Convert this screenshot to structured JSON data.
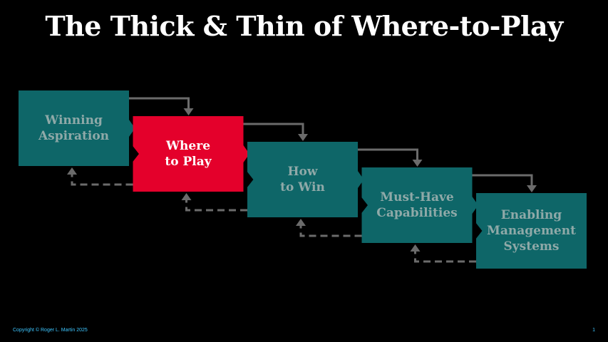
{
  "title": "The Thick & Thin of Where-to-Play",
  "steps": [
    {
      "line1": "Winning",
      "line2": "Aspiration",
      "line3": "",
      "highlighted": false
    },
    {
      "line1": "Where",
      "line2": "to Play",
      "line3": "",
      "highlighted": true
    },
    {
      "line1": "How",
      "line2": "to Win",
      "line3": "",
      "highlighted": false
    },
    {
      "line1": "Must-Have",
      "line2": "Capabilities",
      "line3": "",
      "highlighted": false
    },
    {
      "line1": "Enabling",
      "line2": "Management",
      "line3": "Systems",
      "highlighted": false
    }
  ],
  "colors": {
    "background": "#000000",
    "box_teal": "#0e6668",
    "box_highlight": "#e4002b",
    "text_muted": "#8fa9a8",
    "text_bright": "#ffffff",
    "arrow": "#6b6b6b",
    "footer": "#3ec6ff"
  },
  "footer": {
    "copyright": "Copyright © Roger L. Martin 2025",
    "page_number": "1"
  }
}
